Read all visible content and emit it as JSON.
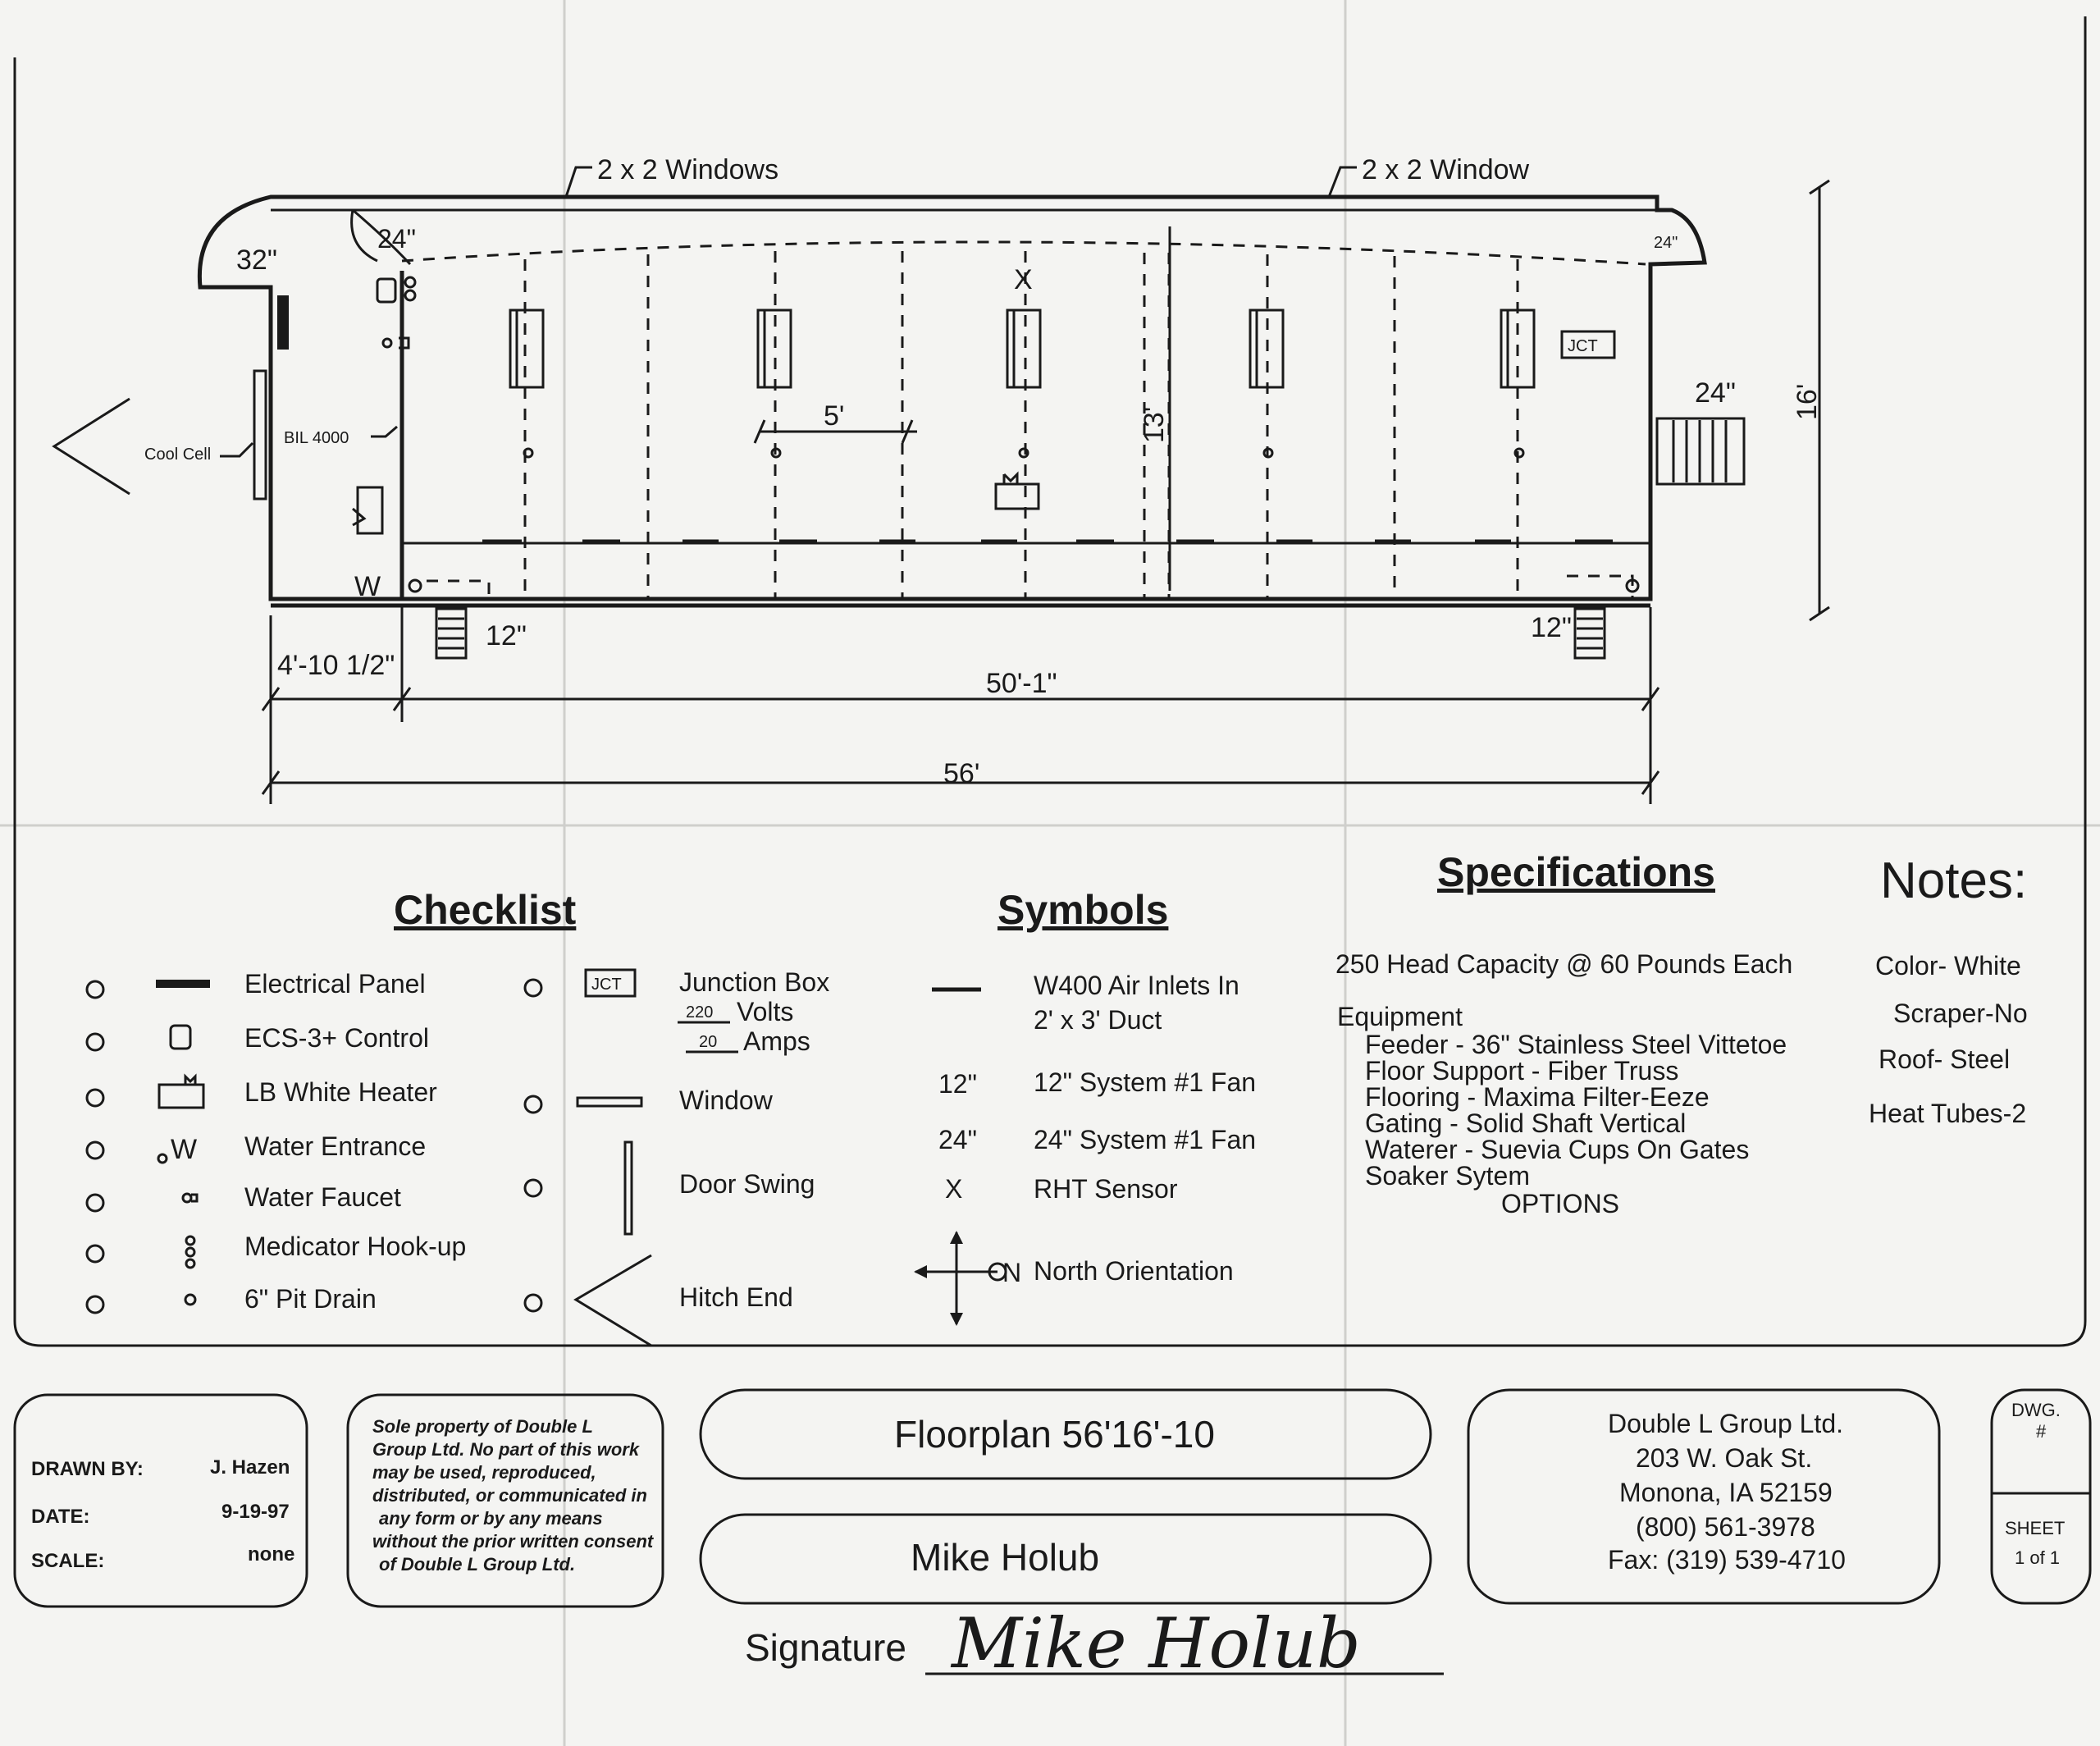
{
  "floorplan": {
    "windows_left_label": "2 x 2 Windows",
    "windows_right_label": "2 x 2 Window",
    "dim_32": "32\"",
    "dim_24_left": "24\"",
    "dim_24_right_small": "24\"",
    "dim_24_fan": "24\"",
    "dim_16": "16'",
    "dim_13": "13'",
    "dim_5": "5'",
    "dim_12_left": "12\"",
    "dim_12_right": "12\"",
    "dim_4_10": "4'-10 1/2\"",
    "dim_50_1": "50'-1\"",
    "dim_56": "56'",
    "cool_cell": "Cool Cell",
    "bil_4000": "BIL 4000",
    "jct_tag": "JCT",
    "rht_mark": "X",
    "water_tag": "W"
  },
  "checklist": {
    "heading": "Checklist",
    "items": [
      {
        "label": "Electrical Panel"
      },
      {
        "label": "ECS-3+ Control"
      },
      {
        "label": "LB White Heater"
      },
      {
        "label": "Water Entrance",
        "symbol_text": "W"
      },
      {
        "label": "Water Faucet"
      },
      {
        "label": "Medicator Hook-up"
      },
      {
        "label": "6\" Pit Drain"
      }
    ]
  },
  "symbols": {
    "heading": "Symbols",
    "jct": "JCT",
    "junction_box": "Junction Box",
    "volts_value": "220",
    "volts_label": "Volts",
    "amps_value": "20",
    "amps_label": "Amps",
    "window": "Window",
    "door_swing": "Door Swing",
    "hitch_end": "Hitch End",
    "w400_line1": "W400 Air Inlets In",
    "w400_line2": "2' x 3' Duct",
    "fan12_key": "12\"",
    "fan12_label": "12\" System #1 Fan",
    "fan24_key": "24\"",
    "fan24_label": "24\" System #1 Fan",
    "rht_key": "X",
    "rht_label": "RHT Sensor",
    "north_key": "N",
    "north_label": "North Orientation"
  },
  "specifications": {
    "heading": "Specifications",
    "capacity": "250 Head Capacity @ 60 Pounds Each",
    "equipment_heading": "Equipment",
    "equipment": [
      "Feeder - 36\" Stainless Steel Vittetoe",
      "Floor Support - Fiber Truss",
      "Flooring - Maxima Filter-Eeze",
      "Gating - Solid Shaft Vertical",
      "Waterer - Suevia Cups On Gates",
      "Soaker Sytem"
    ],
    "options": "OPTIONS"
  },
  "notes": {
    "heading": "Notes:",
    "items": [
      "Color- White",
      "Scraper-No",
      "Roof- Steel",
      "Heat Tubes-2"
    ]
  },
  "title_block": {
    "drawn_by_label": "DRAWN BY:",
    "drawn_by_value": "J. Hazen",
    "date_label": "DATE:",
    "date_value": "9-19-97",
    "scale_label": "SCALE:",
    "scale_value": "none",
    "copyright_lines": [
      "Sole property of Double L",
      "Group Ltd. No part of this work",
      "may be used, reproduced,",
      "distributed, or communicated in",
      "any form or by any means",
      "without the prior written consent",
      "of Double L Group Ltd."
    ],
    "drawing_title": "Floorplan 56'16'-10",
    "customer": "Mike Holub",
    "company_lines": [
      "Double L Group Ltd.",
      "203 W. Oak St.",
      "Monona, IA 52159",
      "(800) 561-3978",
      "Fax: (319) 539-4710"
    ],
    "dwg_label": "DWG.",
    "dwg_value": "#",
    "sheet_label": "SHEET",
    "sheet_value": "1 of 1"
  },
  "signature": {
    "label": "Signature",
    "value": "Mike Holub"
  }
}
